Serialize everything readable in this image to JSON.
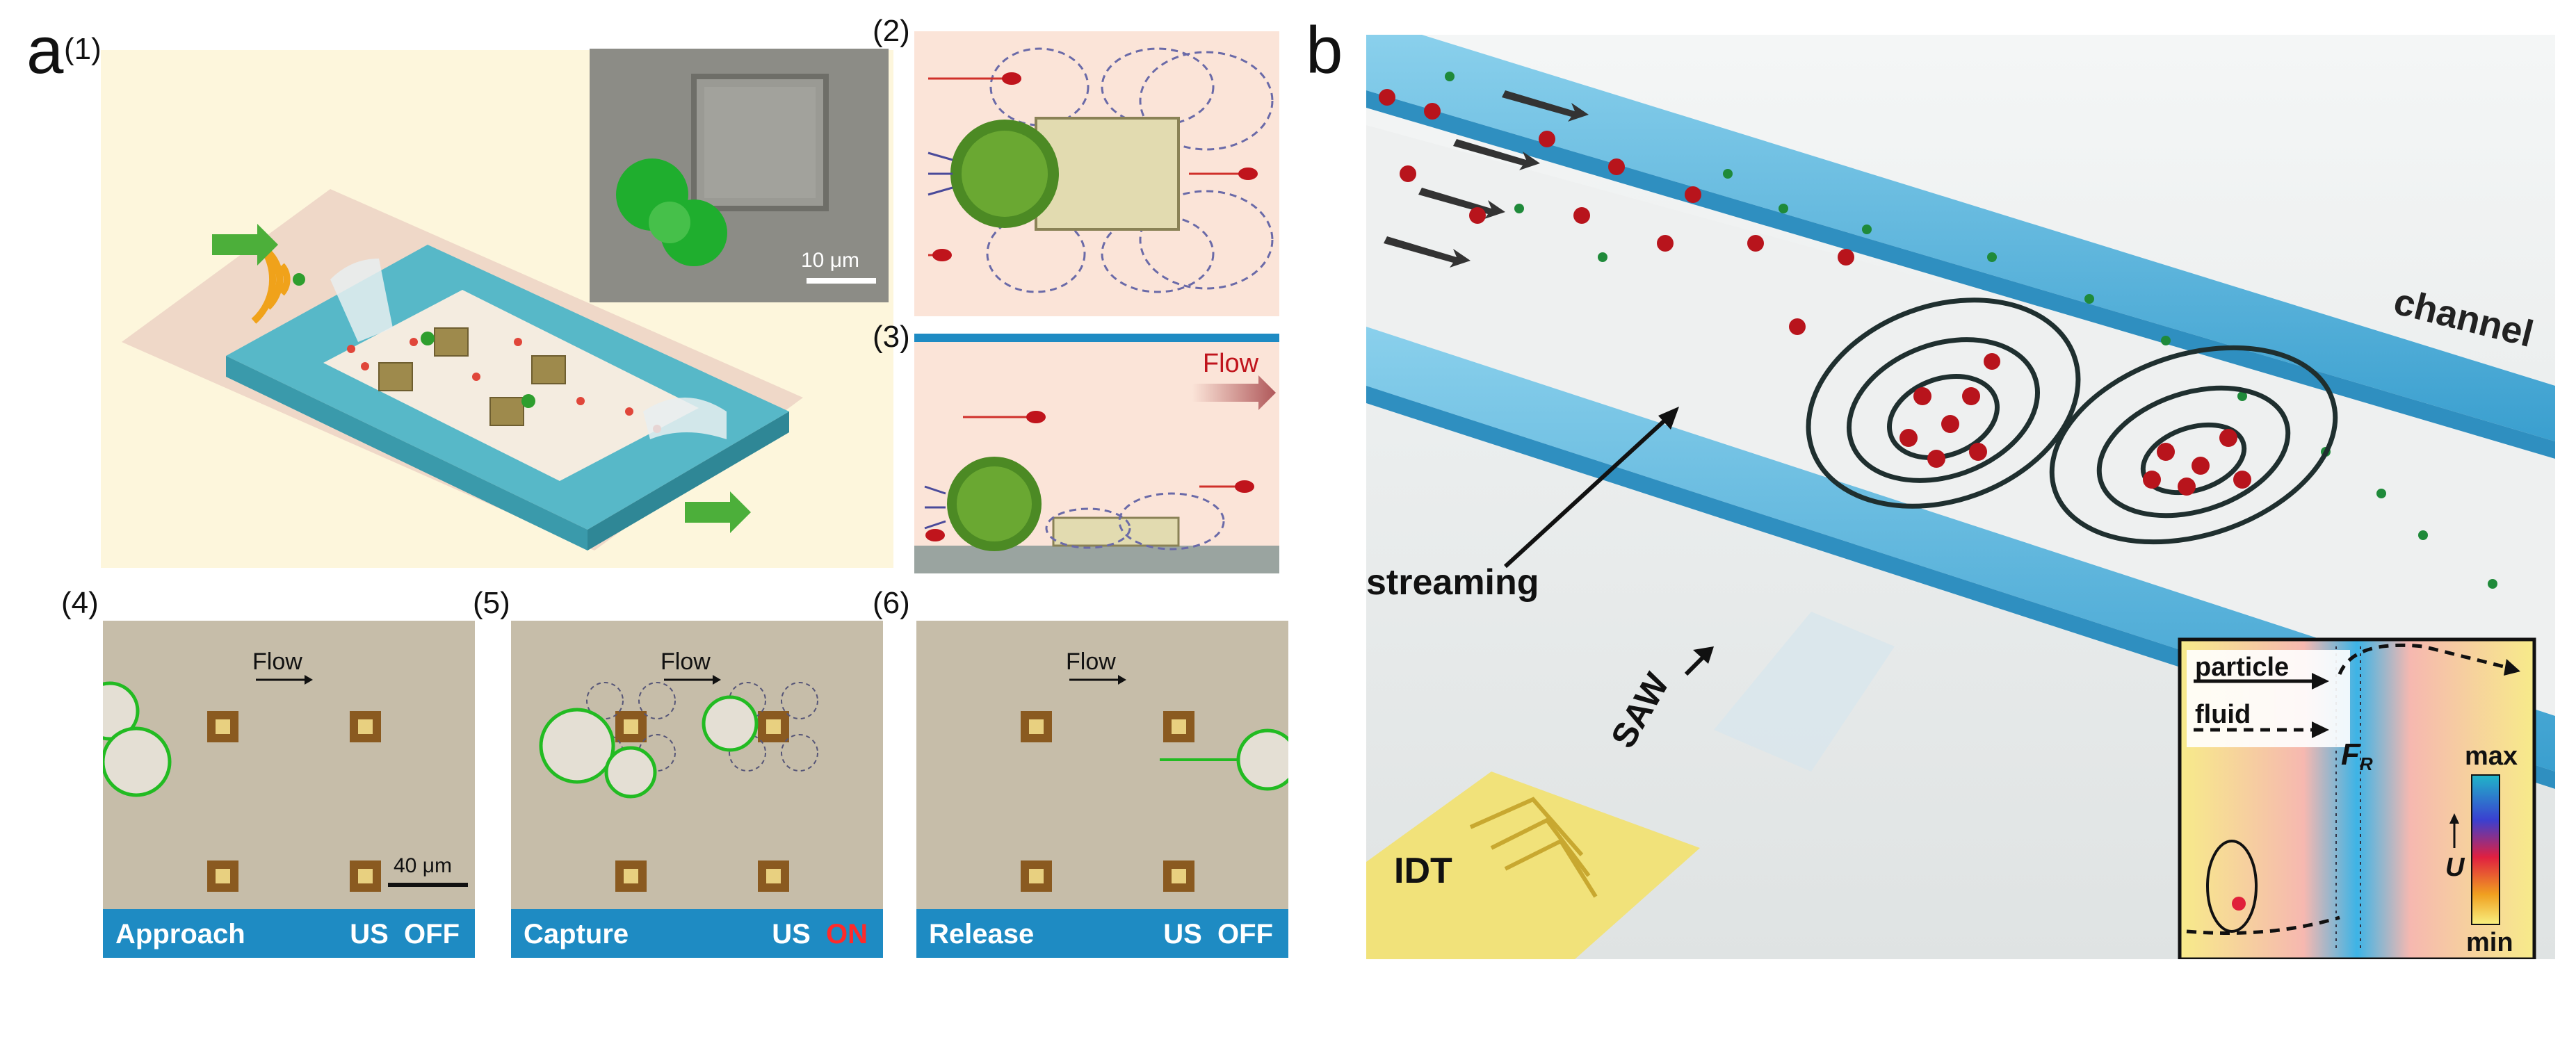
{
  "figure": {
    "panel_a_label": "a",
    "panel_b_label": "b"
  },
  "panel_a": {
    "sub1": "(1)",
    "sub2": "(2)",
    "sub3": "(3)",
    "sub4": "(4)",
    "sub5": "(5)",
    "sub6": "(6)",
    "sem_scale": "10 μm",
    "flow_label_3": "Flow",
    "micrographs": [
      {
        "flow": "Flow",
        "left": "Approach",
        "us": "US",
        "state": "OFF",
        "scale": "40 μm"
      },
      {
        "flow": "Flow",
        "left": "Capture",
        "us": "US",
        "state": "ON"
      },
      {
        "flow": "Flow",
        "left": "Release",
        "us": "US",
        "state": "OFF"
      }
    ]
  },
  "panel_b": {
    "channel": "channel",
    "streaming": "streaming",
    "saw": "SAW",
    "idt": "IDT",
    "inset": {
      "particle": "particle",
      "fluid": "fluid",
      "force": "F",
      "force_sub": "R",
      "max": "max",
      "min": "min",
      "velocity": "U"
    }
  },
  "colors": {
    "channel_blue": "#4fb0d8",
    "panel1_bg": "#fdf6dc",
    "panel23_bg": "#fbe4d8",
    "bar_blue": "#1e8bc3",
    "cell_green": "#2e9e2e",
    "particle_red": "#c0141c",
    "particle_green": "#1f8a3a",
    "inset_yellow": "#f7eb8a"
  }
}
